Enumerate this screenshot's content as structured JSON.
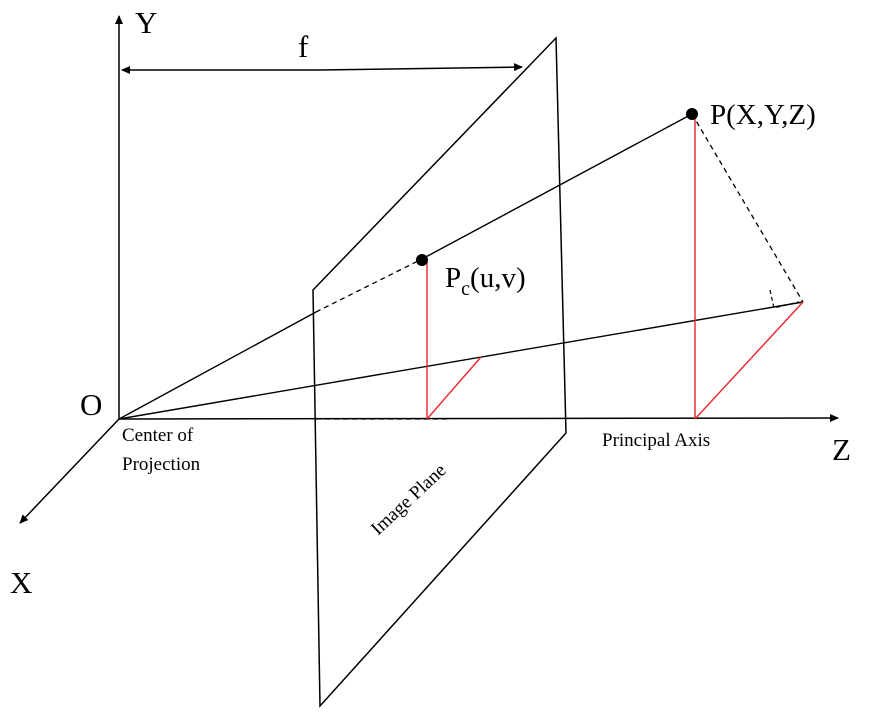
{
  "labels": {
    "y_axis": "Y",
    "x_axis": "X",
    "z_axis": "Z",
    "origin": "O",
    "focal_length": "f",
    "center_of_projection_line1": "Center of",
    "center_of_projection_line2": "Projection",
    "principal_axis": "Principal Axis",
    "image_plane": "Image Plane",
    "world_point": "P(X,Y,Z)",
    "image_point_main": "P",
    "image_point_sub": "c",
    "image_point_args": "(u,v)"
  },
  "colors": {
    "line": "#000000",
    "projection": "#e8262a",
    "background": "#ffffff"
  }
}
